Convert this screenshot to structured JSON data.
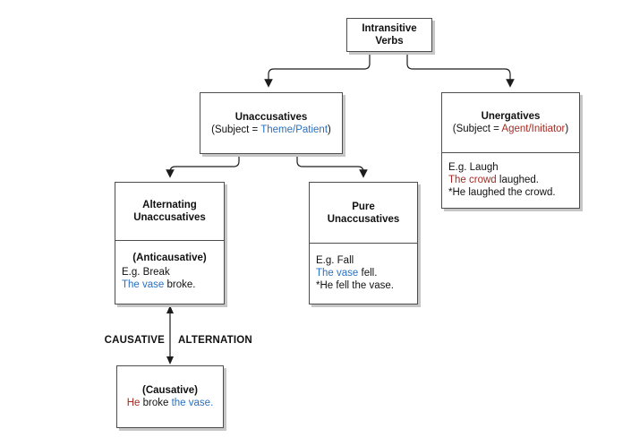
{
  "colors": {
    "blue": "#2970c0",
    "red": "#a62a22",
    "text": "#111111",
    "border": "#4d4d4d",
    "shadow": "#c6c6c6",
    "arrow": "#1c1c1c"
  },
  "nodes": {
    "root": {
      "title_lines": [
        "Intransitive",
        "Verbs"
      ]
    },
    "unaccusatives": {
      "title": "Unaccusatives",
      "subtitle": [
        [
          {
            "t": "(Subject = "
          },
          {
            "t": "Theme/Patient",
            "c": "blue"
          },
          {
            "t": ")"
          }
        ]
      ]
    },
    "unergatives": {
      "title": "Unergatives",
      "subtitle": [
        [
          {
            "t": "(Subject = "
          },
          {
            "t": "Agent/Initiator",
            "c": "red"
          },
          {
            "t": ")"
          }
        ]
      ],
      "examples": [
        [
          {
            "t": "E.g. Laugh"
          }
        ],
        [
          {
            "t": "The crowd",
            "c": "red"
          },
          {
            "t": " laughed."
          }
        ],
        [
          {
            "t": "*He laughed the crowd."
          }
        ]
      ]
    },
    "alternating": {
      "title_lines": [
        "Alternating",
        "Unaccusatives"
      ],
      "label": "(Anticausative)",
      "examples": [
        [
          {
            "t": "E.g. Break"
          }
        ],
        [
          {
            "t": "The vase",
            "c": "blue"
          },
          {
            "t": " broke."
          }
        ]
      ]
    },
    "pure": {
      "title_lines": [
        "Pure",
        "Unaccusatives"
      ],
      "examples": [
        [
          {
            "t": "E.g. Fall"
          }
        ],
        [
          {
            "t": "The vase",
            "c": "blue"
          },
          {
            "t": " fell."
          }
        ],
        [
          {
            "t": "*He fell the vase."
          }
        ]
      ]
    },
    "causative": {
      "label": "(Causative)",
      "examples": [
        [
          {
            "t": "He",
            "c": "red"
          },
          {
            "t": " broke "
          },
          {
            "t": "the vase.",
            "c": "blue"
          }
        ]
      ]
    }
  },
  "arrow_labels": {
    "left": "CAUSATIVE",
    "right": "ALTERNATION"
  }
}
